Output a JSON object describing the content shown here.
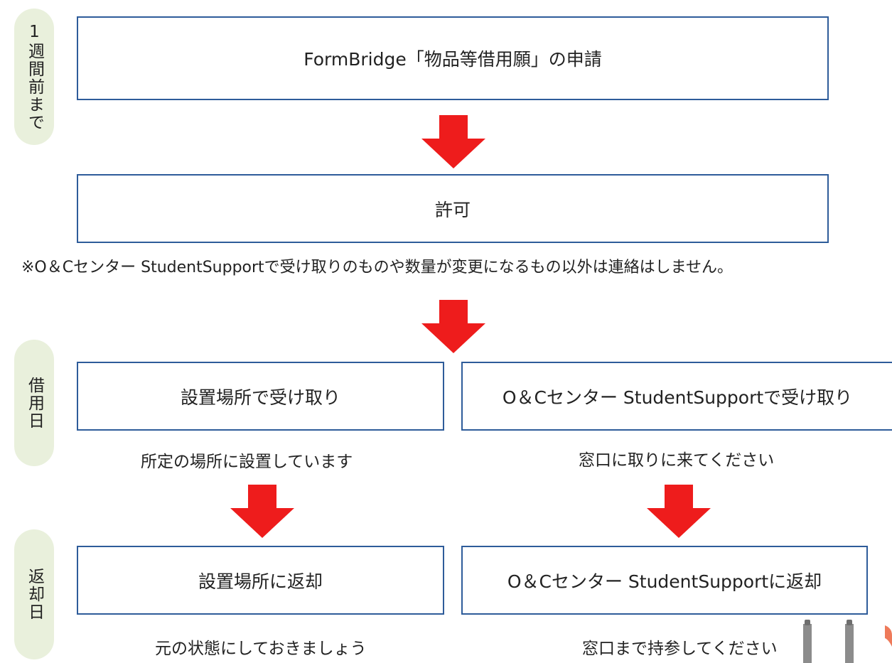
{
  "stages": {
    "week_before": "1週間前まで",
    "borrow_day": "借用日",
    "return_day": "返却日"
  },
  "steps": {
    "apply": "FormBridge「物品等借用願」の申請",
    "permit": "許可",
    "permit_note": "※O＆Cセンター StudentSupportで受け取りのものや数量が変更になるもの以外は連絡はしません。"
  },
  "left_branch": {
    "receive": "設置場所で受け取り",
    "receive_note": "所定の場所に設置しています",
    "return": "設置場所に返却",
    "return_note": "元の状態にしておきましょう"
  },
  "right_branch": {
    "receive": "O＆Cセンター StudentSupportで受け取り",
    "receive_note": "窓口に取りに来てください",
    "return": "O＆Cセンター StudentSupportに返却",
    "return_note": "窓口まで持参してください"
  },
  "colors": {
    "arrow": "#ee1c1c",
    "box_border": "#2e5c9a",
    "pill": "#e9f0dc"
  }
}
